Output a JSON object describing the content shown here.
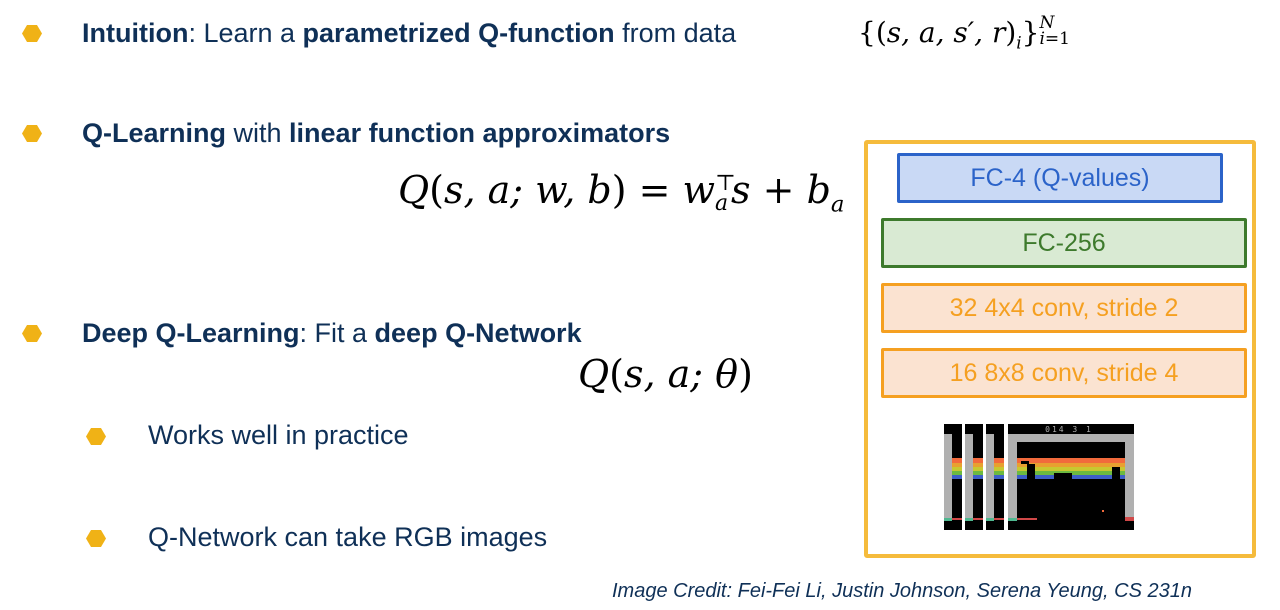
{
  "bullets": [
    {
      "level": 1,
      "segments": [
        {
          "text": "Intuition",
          "bold": true
        },
        {
          "text": ": Learn a ",
          "bold": false
        },
        {
          "text": "parametrized Q-function",
          "bold": true
        },
        {
          "text": " from data",
          "bold": false
        }
      ],
      "math": "{(s, a, s′, r)_i}_{i=1}^N"
    },
    {
      "level": 1,
      "segments": [
        {
          "text": "Q-Learning",
          "bold": true
        },
        {
          "text": " with ",
          "bold": false
        },
        {
          "text": "linear function approximators",
          "bold": true
        }
      ],
      "math": "Q(s, a; w, b) = w_a^⊤ s + b_a"
    },
    {
      "level": 1,
      "segments": [
        {
          "text": "Deep Q-Learning",
          "bold": true
        },
        {
          "text": ": Fit a ",
          "bold": false
        },
        {
          "text": "deep Q-Network",
          "bold": true
        }
      ],
      "math": "Q(s, a; θ)"
    },
    {
      "level": 2,
      "text": "Works well in practice"
    },
    {
      "level": 2,
      "text": "Q-Network can take RGB images"
    }
  ],
  "diagram": {
    "layers": [
      {
        "label": "FC-4 (Q-values)",
        "border": "#2b63c9",
        "fill": "#c9d9f5",
        "text": "#2b63c9"
      },
      {
        "label": "FC-256",
        "border": "#3d7a2c",
        "fill": "#d9ead3",
        "text": "#3d7a2c"
      },
      {
        "label": "32 4x4 conv, stride 2",
        "border": "#f5a021",
        "fill": "#fbe3d1",
        "text": "#f5a021"
      },
      {
        "label": "16 8x8 conv, stride 4",
        "border": "#f5a021",
        "fill": "#fbe3d1",
        "text": "#f5a021"
      }
    ],
    "input_frames": {
      "count": 4,
      "score_text": "014 3 1"
    }
  },
  "credit": "Image Credit: Fei-Fei Li, Justin Johnson, Serena Yeung, CS 231n",
  "colors": {
    "bullet": "#f0b216",
    "text": "#0f3057",
    "frame_border": "#f5bb3c"
  }
}
